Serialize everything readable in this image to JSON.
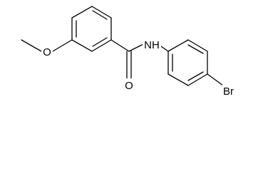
{
  "molecule": {
    "labels": {
      "methoxy_oxygen": "O",
      "carbonyl_oxygen": "O",
      "amide_nh": "NH",
      "bromine": "Br"
    }
  }
}
